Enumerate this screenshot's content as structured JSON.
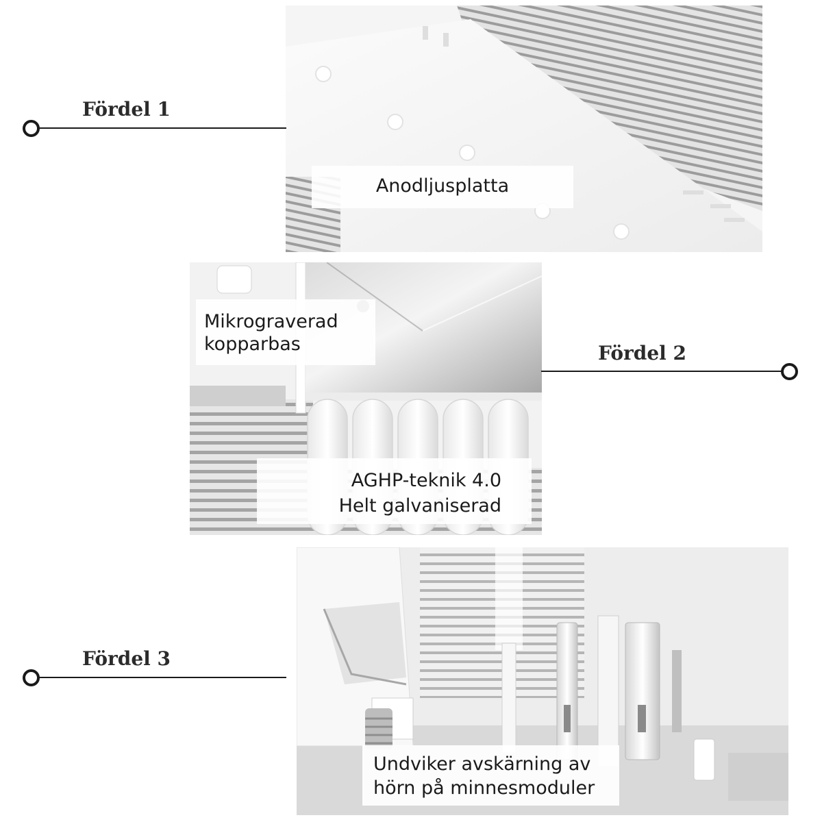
{
  "colors": {
    "background": "#ffffff",
    "line": "#1a1a1a",
    "label_text": "#2b2b2b",
    "caption_text": "#1a1a1a",
    "metal": "#c9c9c9"
  },
  "sections": [
    {
      "label": "Fördel 1",
      "captions": [
        {
          "lines": [
            "Anodljusplatta"
          ]
        }
      ]
    },
    {
      "label": "Fördel 2",
      "captions": [
        {
          "lines": [
            "Mikrograverad",
            "kopparbas"
          ]
        },
        {
          "lines": [
            "AGHP-teknik 4.0",
            "Helt galvaniserad"
          ]
        }
      ]
    },
    {
      "label": "Fördel 3",
      "captions": [
        {
          "lines": [
            "Undviker avskärning av",
            "hörn på minnesmoduler"
          ]
        }
      ]
    }
  ],
  "icons": [
    "leader-dot-icon",
    "leader-dot-icon",
    "leader-dot-icon"
  ]
}
